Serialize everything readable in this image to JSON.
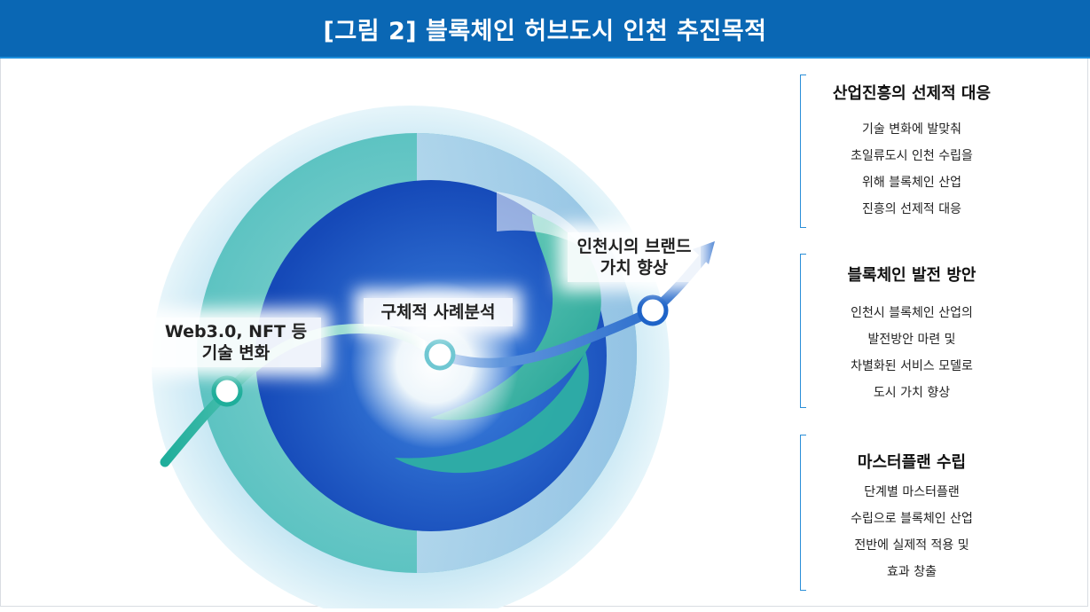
{
  "title": "[그림  2]  블록체인 허브도시 인천 추진목적",
  "colors": {
    "header_bg": "#0a67b4",
    "core_blue": "#1d5fcc",
    "teal_swirl": "#2fb3a2",
    "path_teal": "#1fae9b",
    "path_blue": "#1e63c8"
  },
  "diagram": {
    "milestones": [
      {
        "lines": [
          "Web3.0, NFT 등",
          "기술 변화"
        ]
      },
      {
        "lines": [
          "구체적 사례분석"
        ]
      },
      {
        "lines": [
          "인천시의 브랜드",
          "가치 향상"
        ]
      }
    ]
  },
  "panels": [
    {
      "heading": "산업진흥의 선제적 대응",
      "lines": [
        "기술 변화에 발맞춰",
        "초일류도시 인천 수립을",
        "위해 블록체인 산업",
        "진흥의 선제적 대응"
      ]
    },
    {
      "heading": "블록체인 발전 방안",
      "lines": [
        "인천시 블록체인 산업의",
        "발전방안 마련 및",
        "차별화된 서비스 모델로",
        "도시 가치 향상"
      ]
    },
    {
      "heading": "마스터플랜 수립",
      "lines": [
        "단계별 마스터플랜",
        "수립으로 블록체인 산업",
        "전반에 실제적 적용 및",
        "효과 창출"
      ]
    }
  ]
}
